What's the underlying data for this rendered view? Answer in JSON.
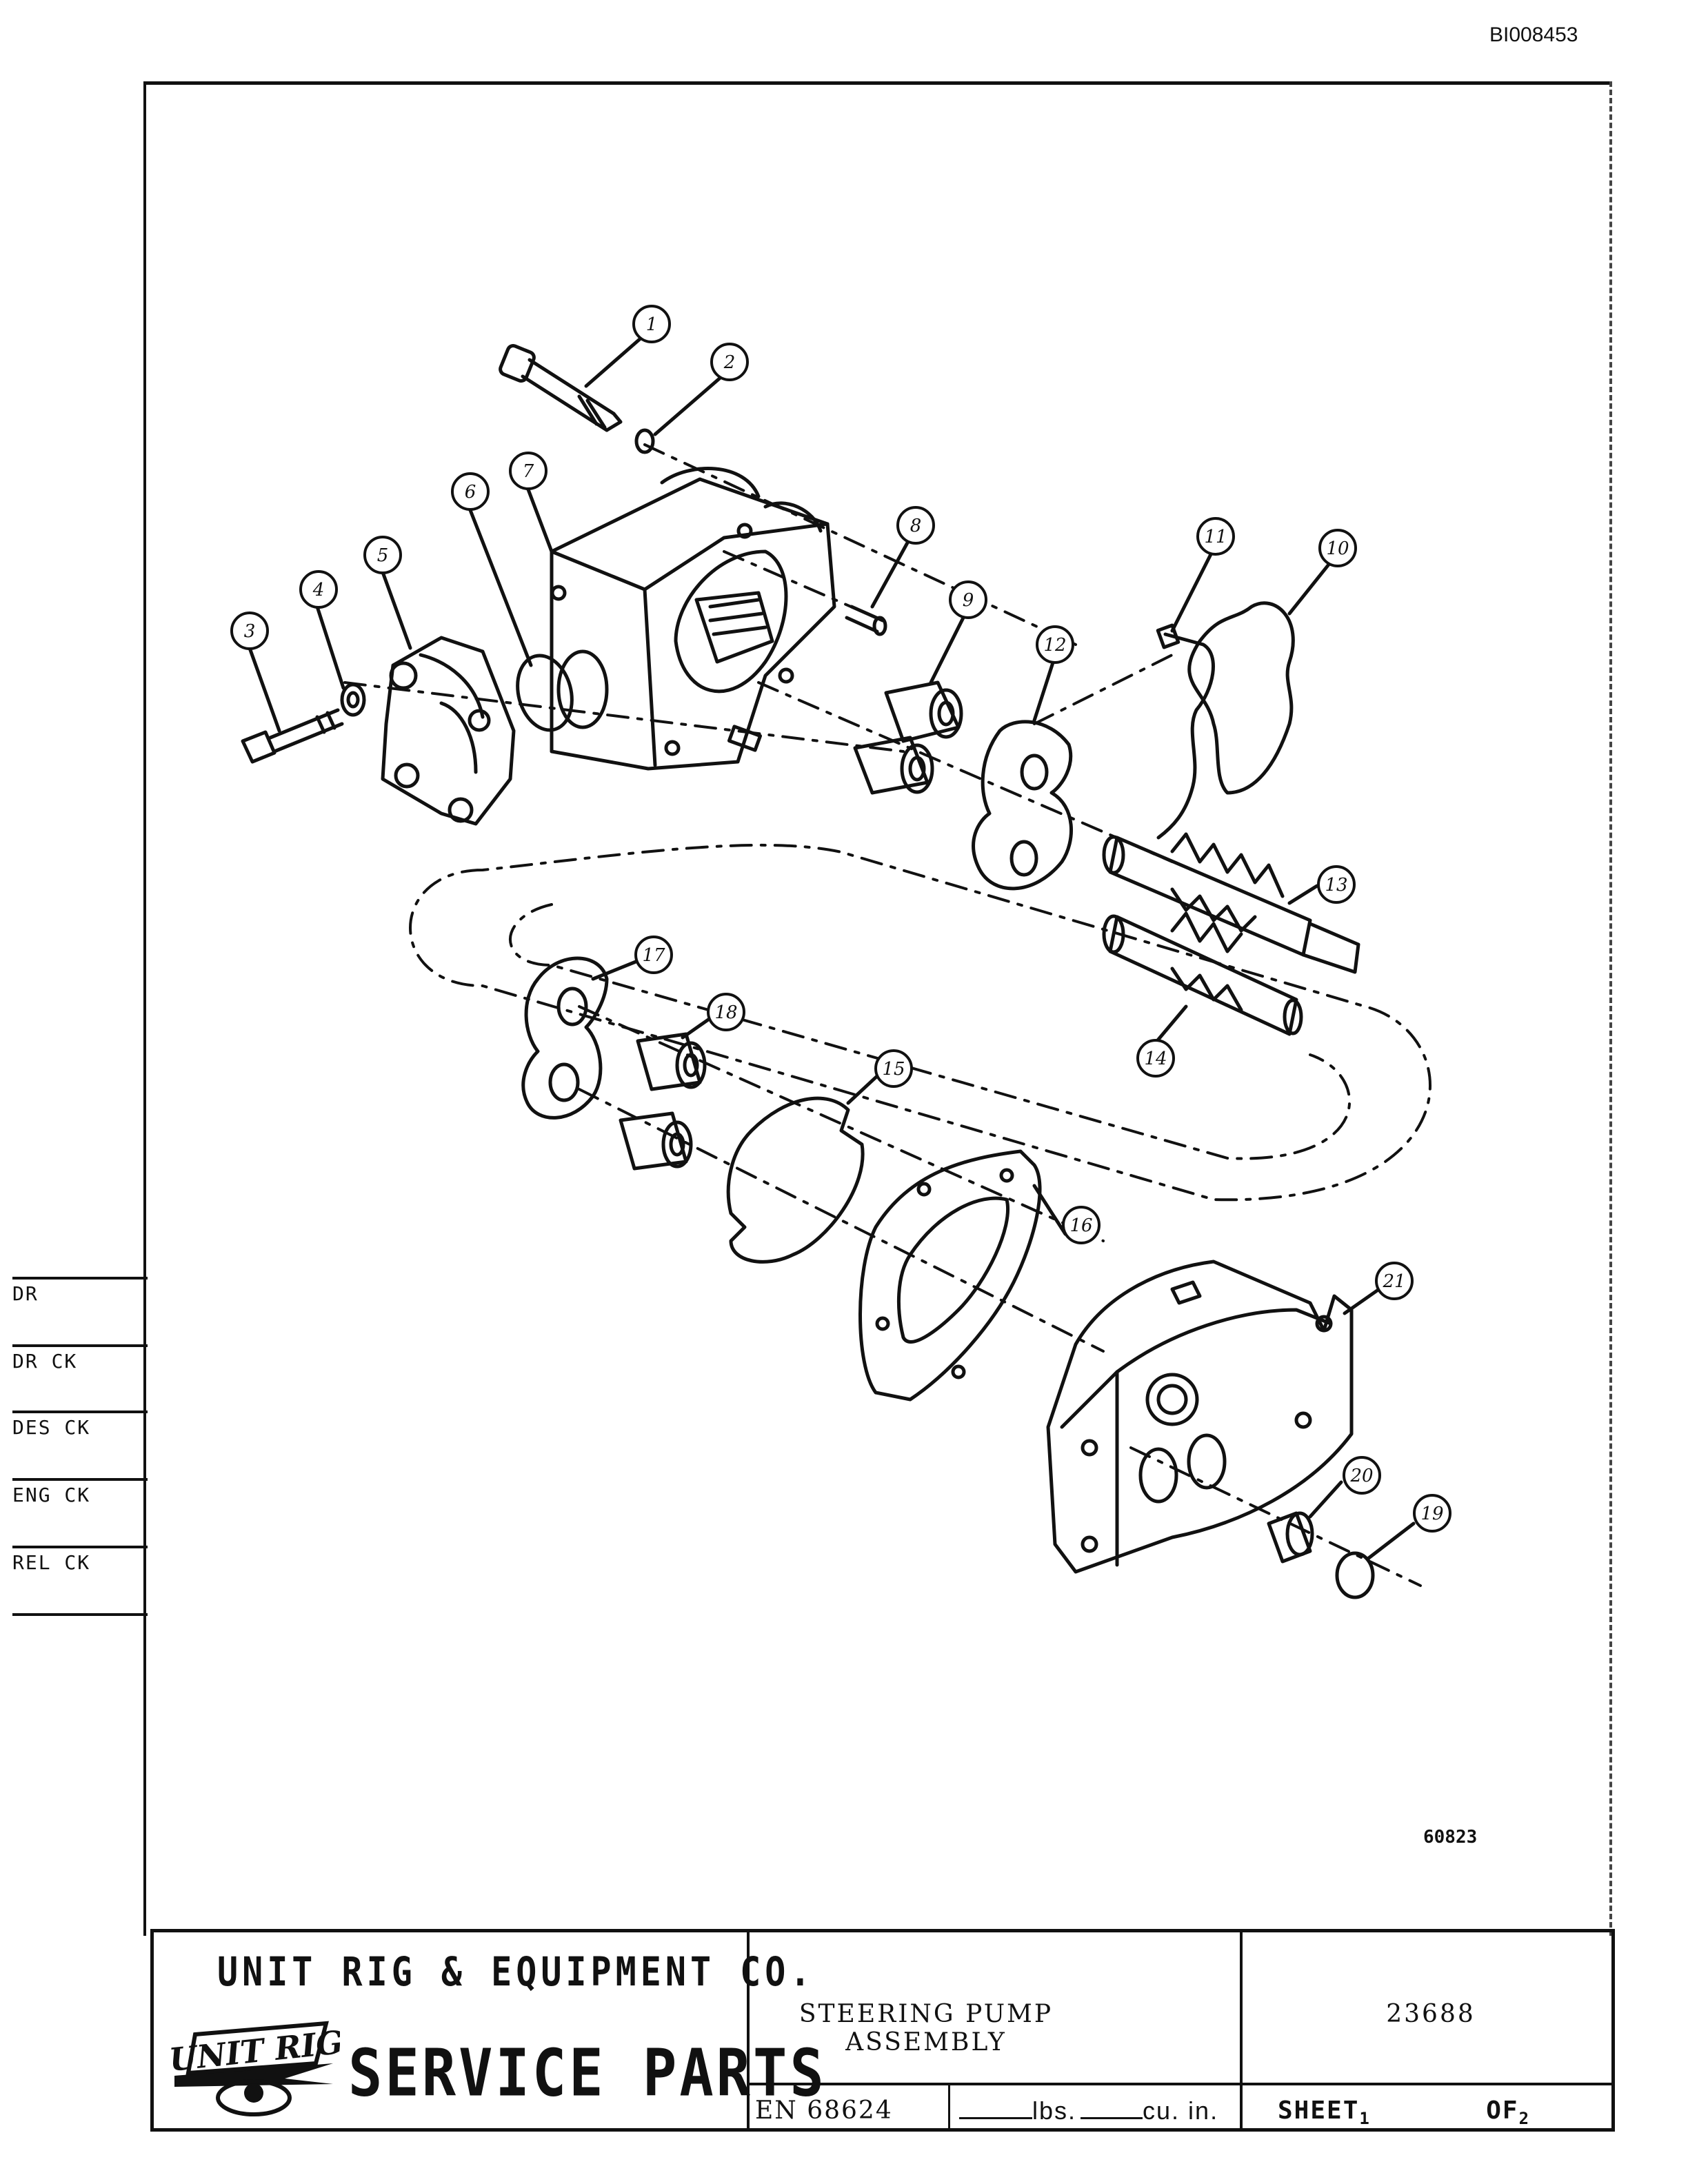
{
  "document_id": "BI008453",
  "figure_number": "60823",
  "check_labels": [
    "DR",
    "DR CK",
    "DES CK",
    "ENG CK",
    "REL CK"
  ],
  "part_callouts": [
    "1",
    "2",
    "3",
    "4",
    "5",
    "6",
    "7",
    "8",
    "9",
    "10",
    "11",
    "12",
    "13",
    "14",
    "15",
    "16",
    "17",
    "18",
    "19",
    "20",
    "21"
  ],
  "title_block": {
    "company": "UNIT RIG & EQUIPMENT CO.",
    "logo_text": "UNIT RIG",
    "service": "SERVICE PARTS",
    "title": "STEERING PUMP ASSEMBLY",
    "part_number": "23688",
    "en": "EN 68624",
    "lbs": "lbs.",
    "cu_in": "cu. in.",
    "sheet_label": "SHEET",
    "sheet_num": "1",
    "of_label": "OF",
    "of_num": "2"
  }
}
